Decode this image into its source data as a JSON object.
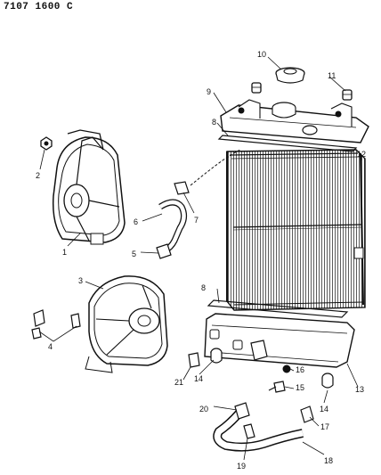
{
  "header": {
    "code": "7107 1600 C"
  },
  "callouts": [
    {
      "id": "c1",
      "label": "1"
    },
    {
      "id": "c2",
      "label": "2"
    },
    {
      "id": "c3",
      "label": "3"
    },
    {
      "id": "c4",
      "label": "4"
    },
    {
      "id": "c5",
      "label": "5"
    },
    {
      "id": "c6",
      "label": "6"
    },
    {
      "id": "c7",
      "label": "7"
    },
    {
      "id": "c8a",
      "label": "8"
    },
    {
      "id": "c8b",
      "label": "8"
    },
    {
      "id": "c9",
      "label": "9"
    },
    {
      "id": "c10",
      "label": "10"
    },
    {
      "id": "c11",
      "label": "11"
    },
    {
      "id": "c12",
      "label": "12"
    },
    {
      "id": "c13",
      "label": "13"
    },
    {
      "id": "c14a",
      "label": "14"
    },
    {
      "id": "c14b",
      "label": "14"
    },
    {
      "id": "c15",
      "label": "15"
    },
    {
      "id": "c16",
      "label": "16"
    },
    {
      "id": "c17",
      "label": "17"
    },
    {
      "id": "c18",
      "label": "18"
    },
    {
      "id": "c19",
      "label": "19"
    },
    {
      "id": "c20",
      "label": "20"
    },
    {
      "id": "c21",
      "label": "21"
    }
  ]
}
